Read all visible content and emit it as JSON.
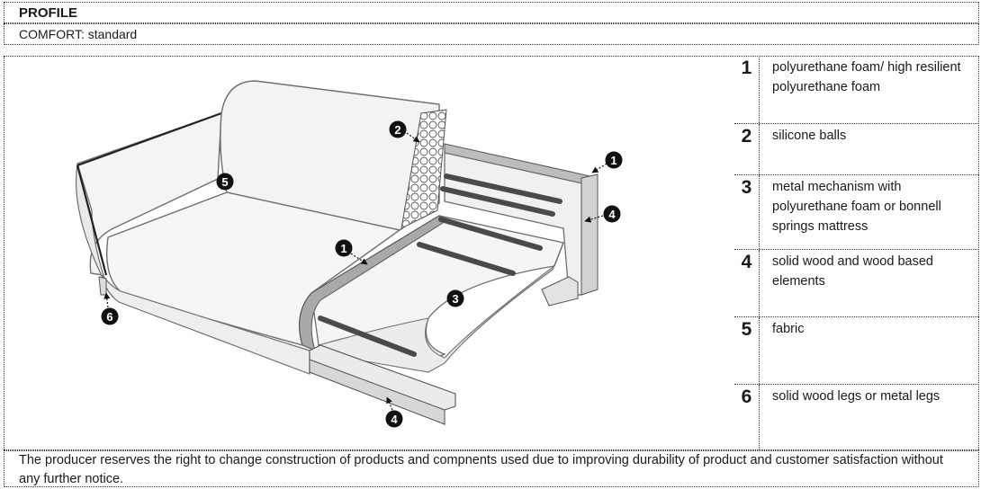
{
  "header": {
    "title": "PROFILE",
    "comfort": "COMFORT: standard"
  },
  "diagram": {
    "markers": [
      "1",
      "2",
      "5",
      "6",
      "1",
      "3",
      "4",
      "4"
    ]
  },
  "legend": [
    {
      "num": "1",
      "text": "polyurethane foam/ high resilient polyurethane foam"
    },
    {
      "num": "2",
      "text": "silicone balls"
    },
    {
      "num": "3",
      "text": "metal mechanism with polyurethane foam or bonnell springs mattress"
    },
    {
      "num": "4",
      "text": "solid wood and wood based elements"
    },
    {
      "num": "5",
      "text": "fabric"
    },
    {
      "num": "6",
      "text": "solid wood legs or metal legs"
    }
  ],
  "footer": {
    "notice": "The producer reserves the right to change construction of products and compnents used due to improving durability of product and customer satisfaction without any further notice."
  }
}
